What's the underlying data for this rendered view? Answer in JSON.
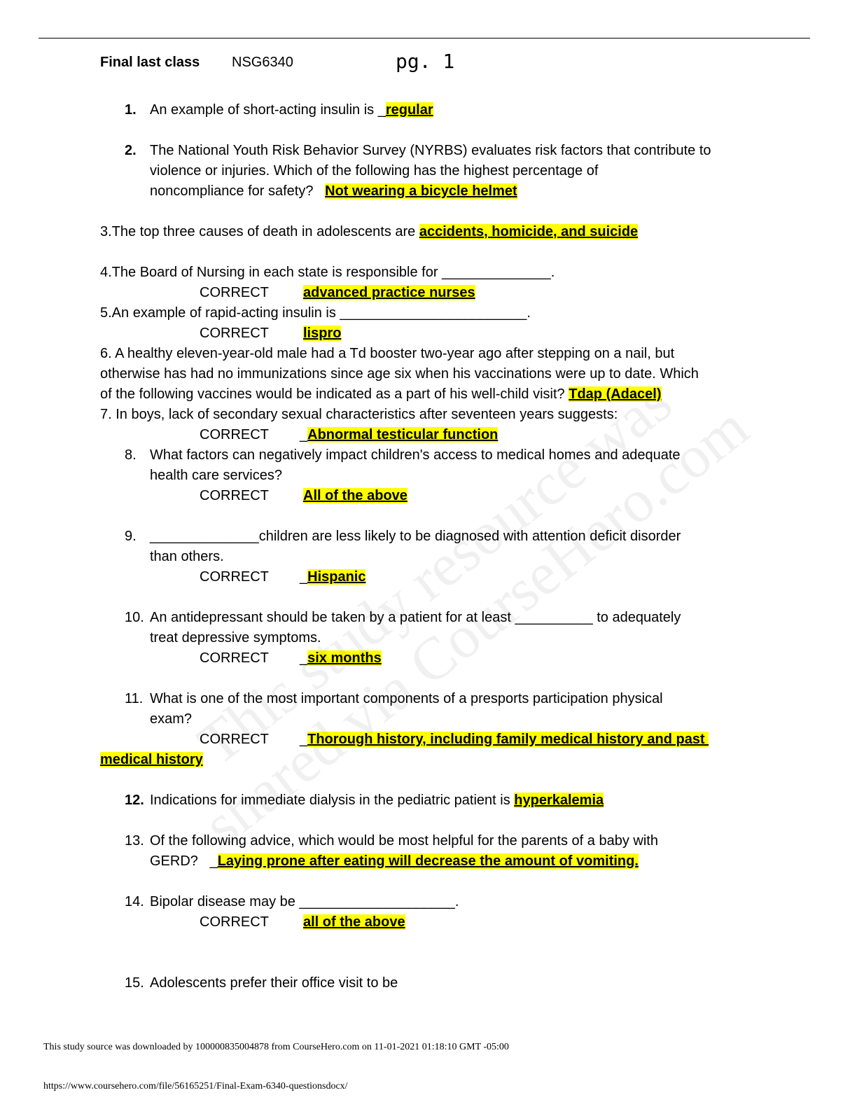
{
  "header": {
    "title": "Final last class",
    "course": "NSG6340",
    "page": "pg. 1"
  },
  "q1": {
    "num": "1.",
    "text": "An example of short-acting insulin is _",
    "answer": "regular"
  },
  "q2": {
    "num": "2.",
    "line1": "The National Youth Risk Behavior Survey (NYRBS) evaluates risk factors that contribute to",
    "line2": "violence or injuries. Which of the following has the highest percentage of",
    "line3": "noncompliance for safety?   ",
    "answer": "Not wearing a bicycle helmet"
  },
  "q3": {
    "text": "3.The top three causes of death in adolescents are ",
    "answer": "accidents, homicide, and suicide"
  },
  "q4": {
    "text": "4.The Board of Nursing in each state is responsible for ______________.",
    "correct": "CORRECT",
    "answer": "advanced practice nurses"
  },
  "q5": {
    "text": "5.An example of rapid-acting insulin is ________________________.",
    "correct": "CORRECT",
    "answer": "lispro"
  },
  "q6": {
    "line1": "6. A healthy eleven-year-old male had a Td booster two-year ago after stepping on a nail, but",
    "line2": "otherwise has had no immunizations since age six when his vaccinations were up to date. Which",
    "line3": "of the following vaccines would be indicated as a part of his well-child visit? ",
    "answer": "Tdap (Adacel)"
  },
  "q7": {
    "text": "7. In boys, lack of secondary sexual characteristics after seventeen years suggests:",
    "correct": "CORRECT",
    "answer_prefix": "_",
    "answer": "Abnormal testicular function"
  },
  "q8": {
    "num": "8.",
    "line1": "What factors can negatively impact children's access to medical homes and adequate",
    "line2": "health care services?",
    "correct": "CORRECT",
    "answer": "All of the above"
  },
  "q9": {
    "num": "9.",
    "line1": "______________children are less likely to be diagnosed with attention deficit disorder",
    "line2": "than others.",
    "correct": "CORRECT",
    "answer_prefix": "_",
    "answer": "Hispanic"
  },
  "q10": {
    "num": "10.",
    "line1": "An antidepressant should be taken by a patient for at least __________ to adequately",
    "line2": "treat depressive symptoms.",
    "correct": "CORRECT",
    "answer_prefix": "_",
    "answer": "six months"
  },
  "q11": {
    "num": "11.",
    "line1": "What is one of the most important components of a presports participation physical",
    "line2": "exam?",
    "correct": "CORRECT",
    "answer_prefix": "_",
    "answer_line1": "Thorough history, including family medical history and past ",
    "answer_line2": "medical history"
  },
  "q12": {
    "num": "12.",
    "text": "Indications for immediate dialysis in the pediatric patient is ",
    "answer": "hyperkalemia"
  },
  "q13": {
    "num": "13.",
    "line1": "Of the following advice, which would be most helpful for the parents of a baby with",
    "line2": "GERD?   _",
    "answer": "Laying prone after eating will decrease the amount of vomiting."
  },
  "q14": {
    "num": "14.",
    "text": "Bipolar disease may be ____________________.",
    "correct": "CORRECT",
    "answer": "all of the above"
  },
  "q15": {
    "num": "15.",
    "text": "Adolescents prefer their office visit to be"
  },
  "watermark": {
    "line1": "This study resource was",
    "line2": "shared via CourseHero.com"
  },
  "footer": {
    "download": "This study source was downloaded by 100000835004878 from CourseHero.com on 11-01-2021 01:18:10 GMT -05:00",
    "url": "https://www.coursehero.com/file/56165251/Final-Exam-6340-questionsdocx/"
  }
}
